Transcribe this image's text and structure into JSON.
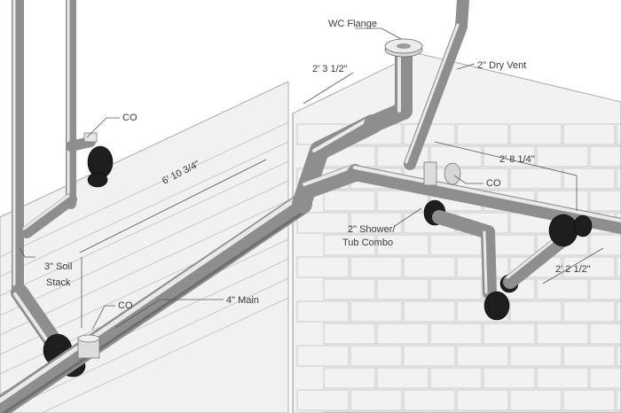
{
  "labels": {
    "wc_flange": "WC Flange",
    "dry_vent": "2\" Dry Vent",
    "co_top_left": "CO",
    "co_center": "CO",
    "co_bottom": "CO",
    "soil_stack_line1": "3\" Soil",
    "soil_stack_line2": "Stack",
    "main": "4\" Main",
    "shower_line1": "2\" Shower/",
    "shower_line2": "Tub Combo"
  },
  "dimensions": {
    "wc_rise": "2' 3 1/2\"",
    "main_run": "6' 10 3/4\"",
    "shower_run": "2' 8 1/4\"",
    "trap_arm": "2' 2 1/2\""
  },
  "colors": {
    "pipe": "#8e8e8e",
    "pipe_highlight": "#e9e9e9",
    "fitting_black": "#1e1e1e",
    "wall": "#f1f1f1",
    "brick_line": "#b9b9b9"
  }
}
